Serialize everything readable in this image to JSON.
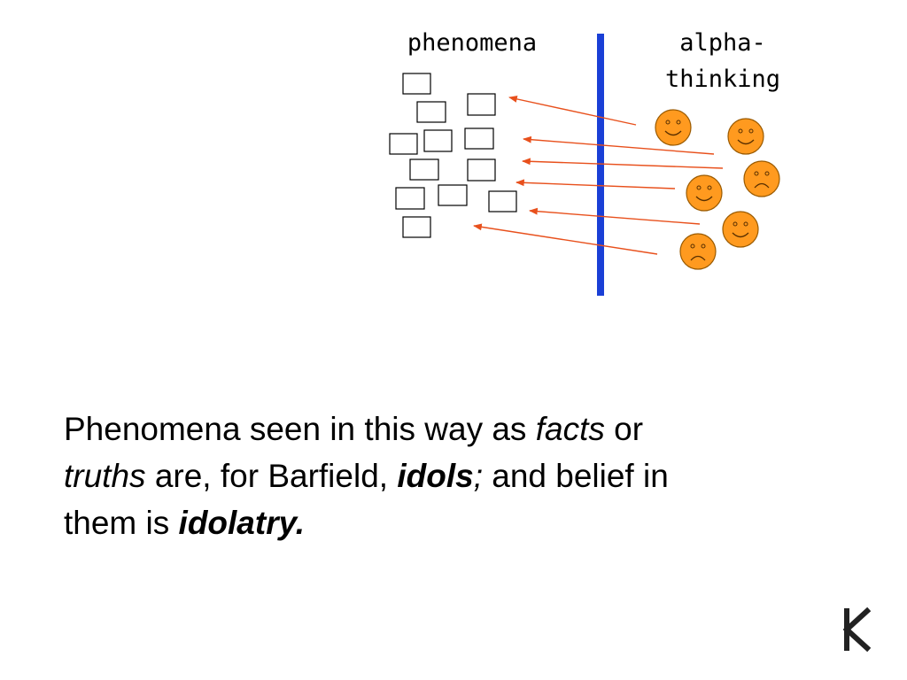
{
  "labels": {
    "left": "phenomena",
    "right_line1": "alpha-",
    "right_line2": "thinking"
  },
  "caption": {
    "p1": "Phenomena seen in this way as ",
    "p2": "facts",
    "p3": " or",
    "p4": "truths",
    "p5": " are, for Barfield, ",
    "p6": "idols",
    "p7": ";",
    "p8": " and belief in",
    "p9": "them is ",
    "p10": "idolatry."
  },
  "colors": {
    "divider": "#1a3fd6",
    "arrow": "#e8501c",
    "face_fill": "#ff9a1f",
    "face_stroke": "#9a5a00"
  },
  "faces": [
    {
      "mood": "happy"
    },
    {
      "mood": "happy"
    },
    {
      "mood": "sad"
    },
    {
      "mood": "happy"
    },
    {
      "mood": "happy"
    },
    {
      "mood": "sad"
    }
  ],
  "icons": {
    "logo": "barfield-logo-icon"
  }
}
